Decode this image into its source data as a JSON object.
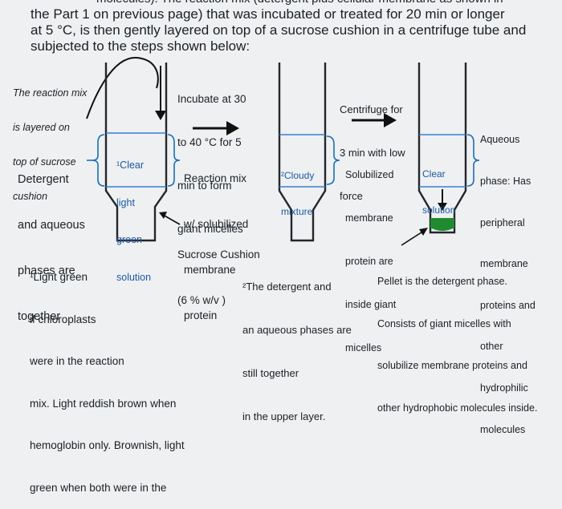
{
  "intro": {
    "line1": "the Part 1 on previous page) that was incubated or treated for 20 min or longer",
    "line2": "at 5 °C, is then gently layered on top of a sucrose cushion in a centrifuge tube and",
    "line3": "subjected to the steps shown below:",
    "top_fragment": "molecules). The reaction mix (detergent plus cellular membrane as shown in"
  },
  "left_note": {
    "line1": "The reaction mix",
    "line2": "is layered on",
    "line3": "top of sucrose",
    "line4": "cushion"
  },
  "incubate": {
    "line1": "Incubate at 30",
    "line2": "to 40 °C for 5",
    "line3": "min to form",
    "line4": "giant micelles"
  },
  "centrifuge": {
    "line1": "Centrifuge for",
    "line2": "3 min with low",
    "line3": "force"
  },
  "detergent_label": {
    "line1": "Detergent",
    "line2": "and aqueous",
    "line3": "phases are",
    "line4": "together"
  },
  "tube1": {
    "line1": "¹Clear",
    "line2": "light",
    "line3": "green",
    "line4": "solution"
  },
  "reaction_mix": {
    "line1": "Reaction mix",
    "line2": "w/ solubilized",
    "line3": "membrane",
    "line4": "protein"
  },
  "tube2": {
    "line1": "²Cloudy",
    "line2": "mixture"
  },
  "solubilized": {
    "line1": "Solubilized",
    "line2": "membrane",
    "line3": "protein are",
    "line4": "inside giant",
    "line5": "micelles"
  },
  "tube3": {
    "line1": "Clear",
    "line2": "solution"
  },
  "aqueous": {
    "line1": "Aqueous",
    "line2": "phase: Has",
    "line3": "peripheral",
    "line4": "membrane",
    "line5": "proteins and",
    "line6": "other",
    "line7": "hydrophilic",
    "line8": "molecules"
  },
  "sucrose": {
    "line1": "Sucrose Cushion",
    "line2": "(6 % w/v )"
  },
  "footnote1": {
    "line1": "¹Light green",
    "line2": "if chloroplasts",
    "line3": "were in the reaction",
    "line4": "mix. Light reddish brown when",
    "line5": "hemoglobin only. Brownish, light",
    "line6": "green when both were in the"
  },
  "footnote2": {
    "line1": "²The detergent and",
    "line2": "an aqueous phases are",
    "line3": "still together",
    "line4": "in the upper layer."
  },
  "pellet": {
    "line1": "Pellet is the detergent phase.",
    "line2": "Consists of giant micelles with",
    "line3": "solubilize membrane proteins and",
    "line4": "other hydrophobic molecules inside."
  },
  "colors": {
    "tube_outline": "#23272b",
    "bracket_blue": "#1d6fb8",
    "pellet_green": "#1f8a2e"
  }
}
